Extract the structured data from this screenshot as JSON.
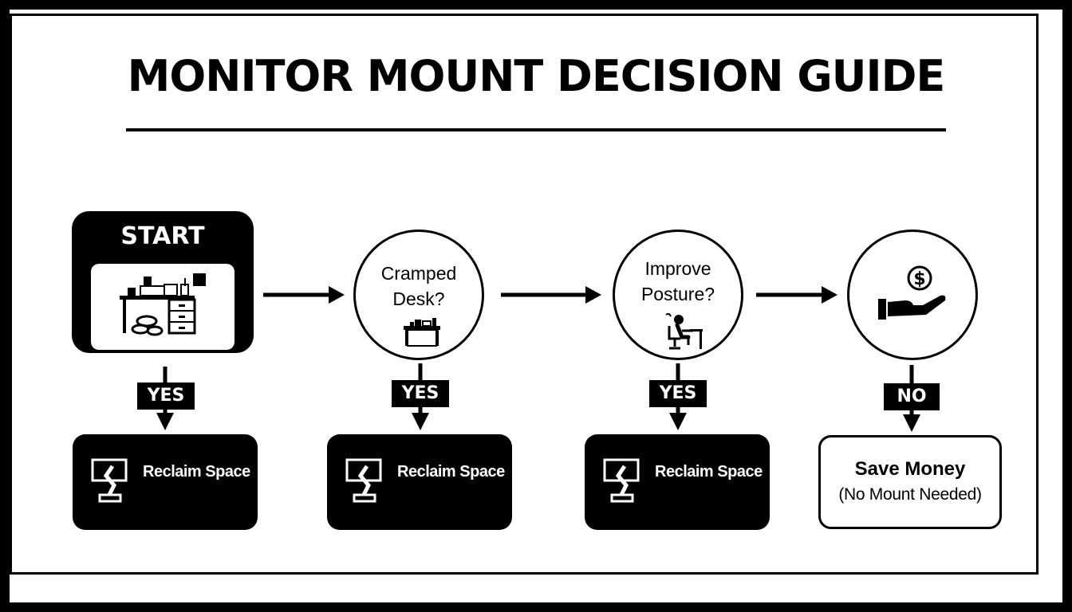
{
  "title": "MONITOR MOUNT DECISION GUIDE",
  "start": {
    "label": "START",
    "icon": "cluttered-desk-icon"
  },
  "questions": [
    {
      "text_line1": "Cramped",
      "text_line2": "Desk?",
      "icon": "small-desk-icon"
    },
    {
      "text_line1": "Improve",
      "text_line2": "Posture?",
      "icon": "person-at-desk-icon"
    }
  ],
  "end_node": {
    "icon": "hand-money-icon"
  },
  "branches": [
    {
      "answer": "YES",
      "result": "Reclaim Space"
    },
    {
      "answer": "YES",
      "result": "Reclaim Space"
    },
    {
      "answer": "YES",
      "result": "Reclaim Space"
    },
    {
      "answer": "NO",
      "result": "Save Money",
      "result_sub": "(No Mount Needed)"
    }
  ],
  "colors": {
    "ink": "#000000",
    "paper": "#ffffff"
  }
}
